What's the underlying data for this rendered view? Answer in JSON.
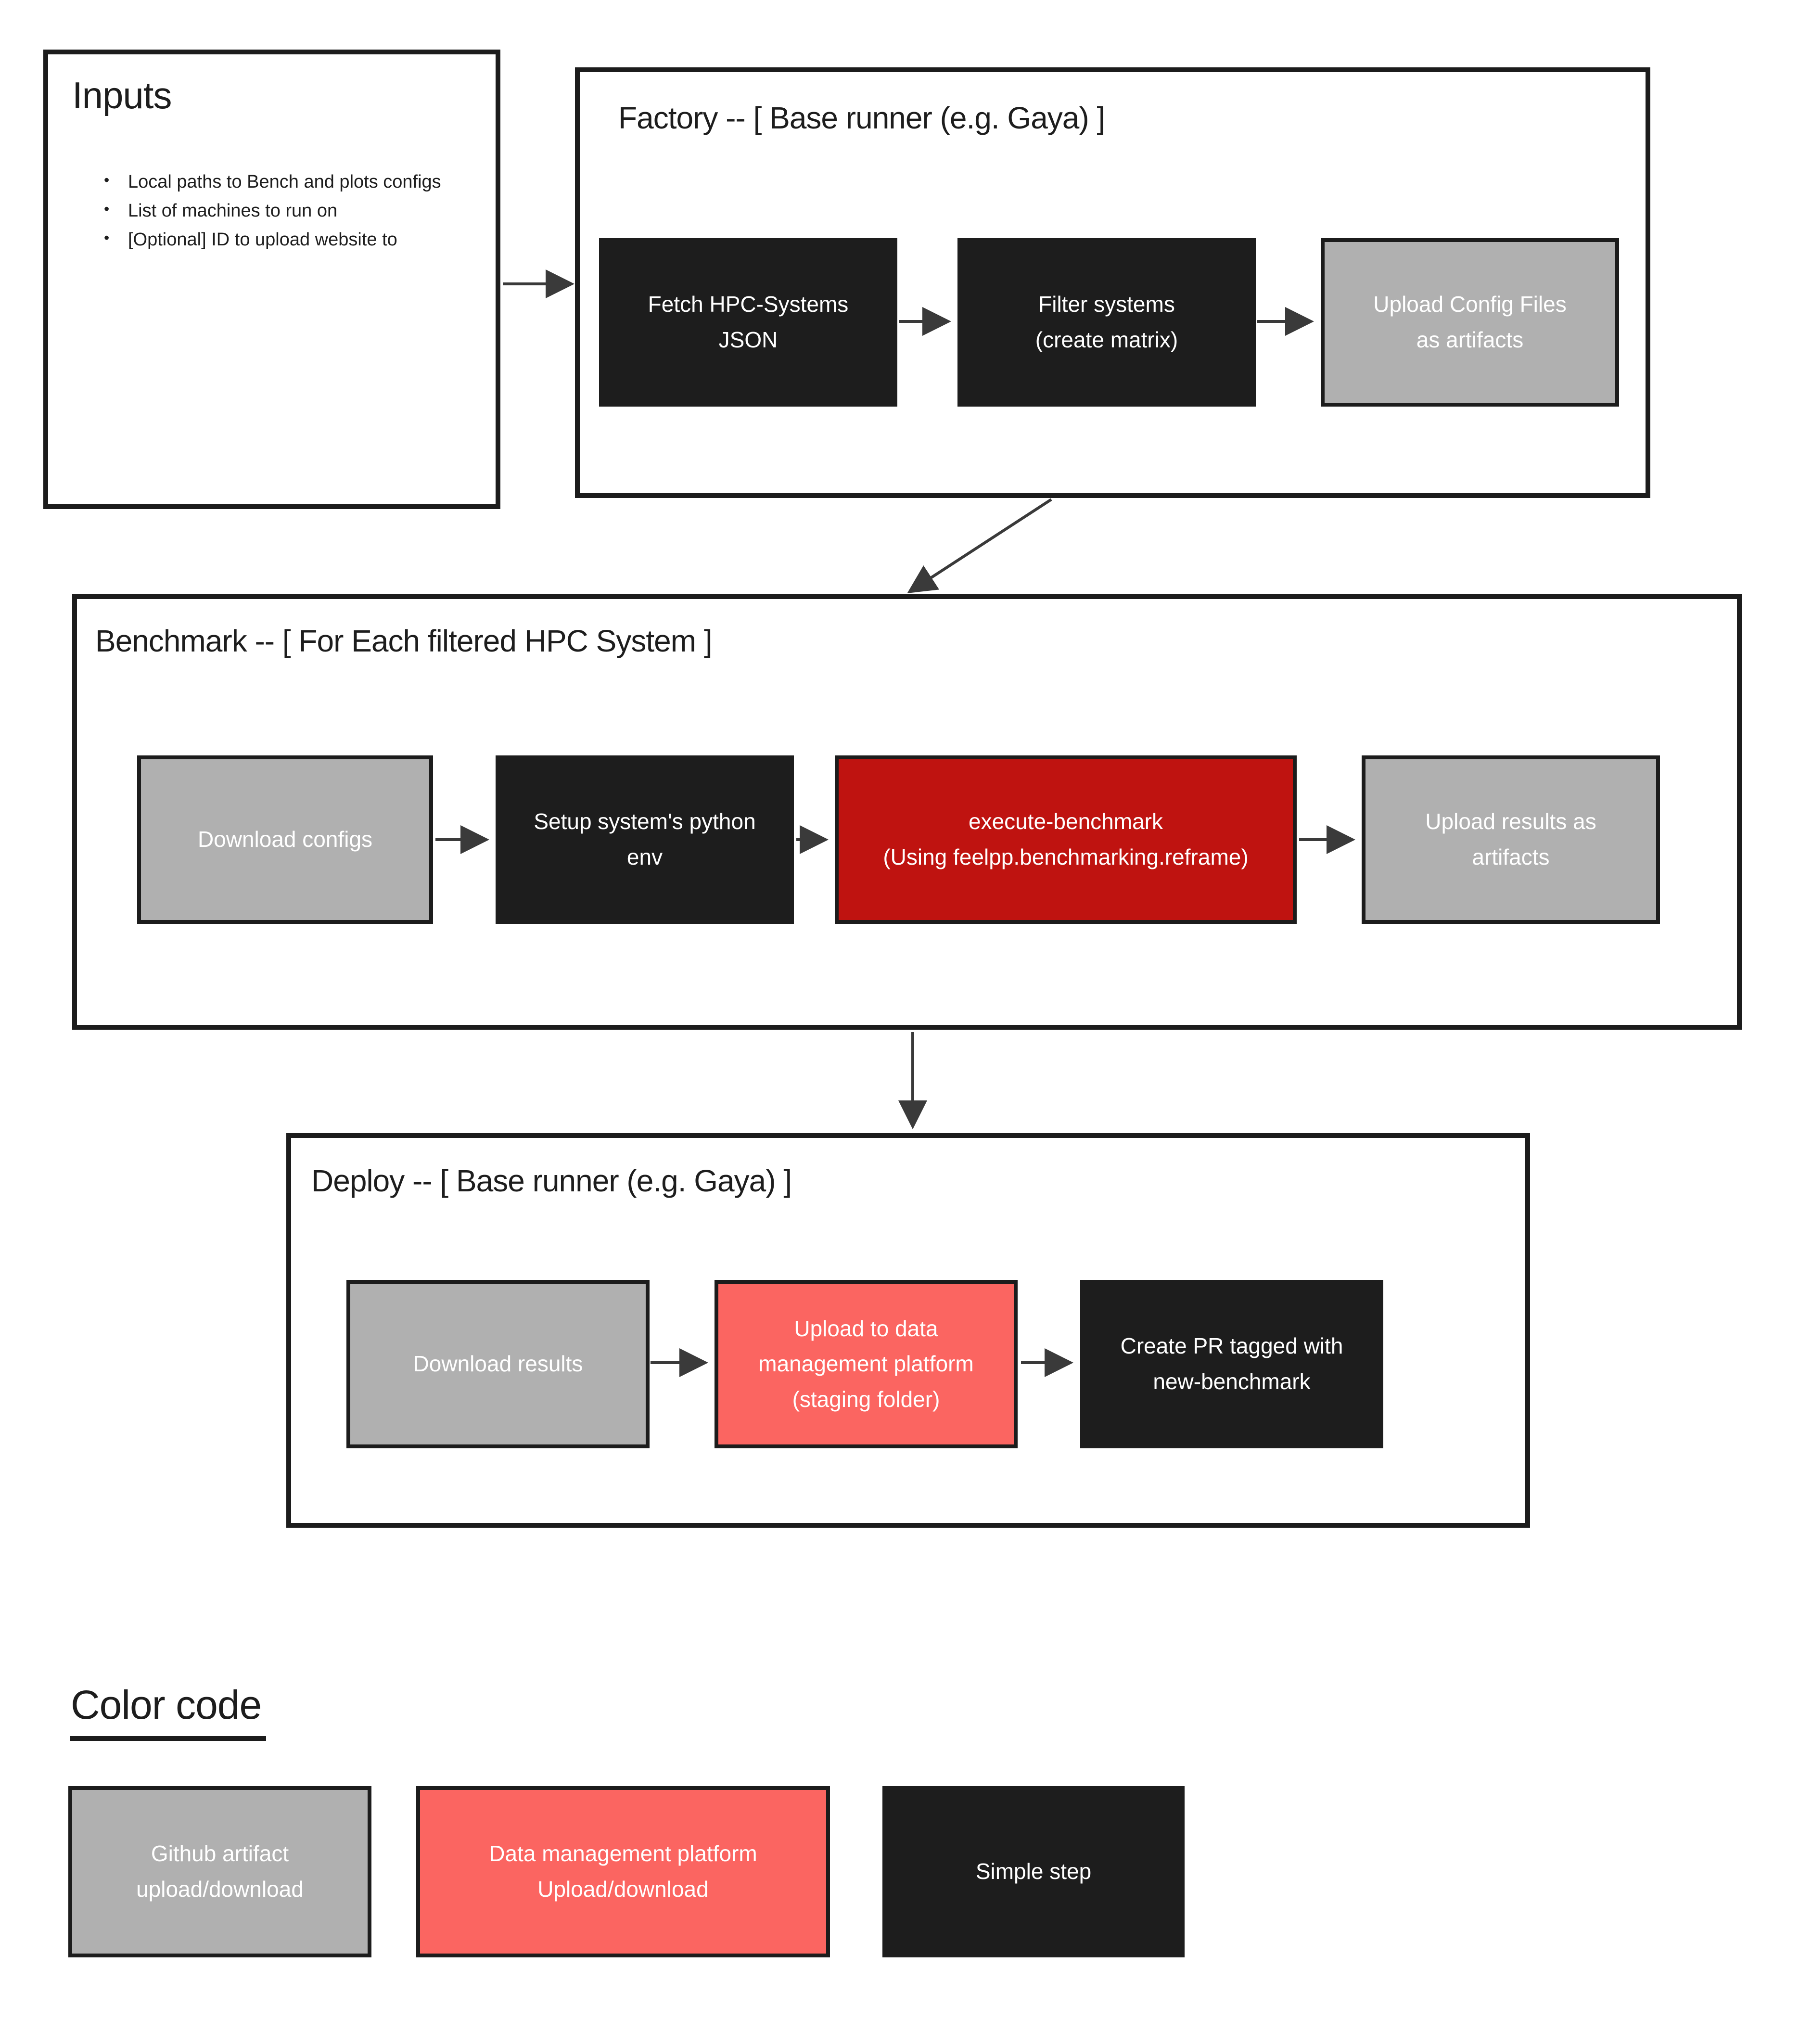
{
  "colors": {
    "simple_step": "#1d1d1d",
    "github_artifact": "#b0b0b0",
    "execute_red": "#bf1310",
    "data_platform": "#fb6561",
    "border": "#1c1c1c",
    "arrow": "#3a3a3a",
    "text_light": "#ffffff",
    "text_dark": "#1d1d1d"
  },
  "inputs": {
    "title": "Inputs",
    "bullets": [
      "Local paths to Bench and plots configs",
      "List of machines to run on",
      "[Optional] ID to upload website to"
    ]
  },
  "factory": {
    "title": "Factory -- [ Base runner (e.g. Gaya) ]",
    "steps": [
      {
        "label": "Fetch HPC-Systems\nJSON",
        "type": "simple"
      },
      {
        "label": "Filter systems\n(create matrix)",
        "type": "simple"
      },
      {
        "label": "Upload Config Files\nas artifacts",
        "type": "github-artifact"
      }
    ]
  },
  "benchmark": {
    "title": "Benchmark -- [ For Each filtered HPC System ]",
    "steps": [
      {
        "label": "Download configs",
        "type": "github-artifact"
      },
      {
        "label": "Setup system's python\nenv",
        "type": "simple"
      },
      {
        "label": "execute-benchmark\n(Using feelpp.benchmarking.reframe)",
        "type": "execute"
      },
      {
        "label": "Upload results as\nartifacts",
        "type": "github-artifact"
      }
    ]
  },
  "deploy": {
    "title": "Deploy -- [ Base runner (e.g. Gaya) ]",
    "steps": [
      {
        "label": "Download results",
        "type": "github-artifact"
      },
      {
        "label": "Upload to data\nmanagement platform\n(staging folder)",
        "type": "data-platform"
      },
      {
        "label": "Create PR tagged with\nnew-benchmark",
        "type": "simple"
      }
    ]
  },
  "legend": {
    "title": "Color code",
    "items": [
      {
        "label": "Github artifact\nupload/download",
        "type": "github-artifact"
      },
      {
        "label": "Data management platform\nUpload/download",
        "type": "data-platform"
      },
      {
        "label": "Simple step",
        "type": "simple"
      }
    ]
  }
}
